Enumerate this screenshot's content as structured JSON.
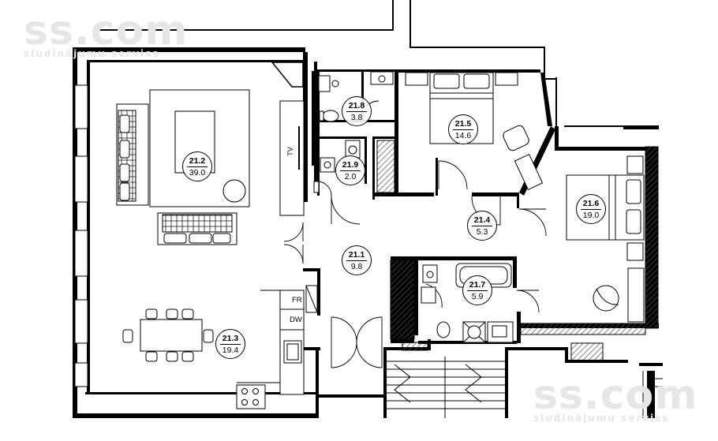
{
  "watermark": {
    "brand": "ss.com",
    "tagline": "sludinājumu serviss"
  },
  "rooms": [
    {
      "id": "21.1",
      "area": "9.8"
    },
    {
      "id": "21.2",
      "area": "39.0"
    },
    {
      "id": "21.3",
      "area": "19.4"
    },
    {
      "id": "21.4",
      "area": "5.3"
    },
    {
      "id": "21.5",
      "area": "14.6"
    },
    {
      "id": "21.6",
      "area": "19.0"
    },
    {
      "id": "21.7",
      "area": "5.9"
    },
    {
      "id": "21.8",
      "area": "3.8"
    },
    {
      "id": "21.9",
      "area": "2.0"
    }
  ],
  "appliances": {
    "fridge": "FR",
    "dishwasher": "DW"
  },
  "tv_label": "TV",
  "colors": {
    "wall": "#000000",
    "hatch": "#888888",
    "watermark": "#e6e6e6"
  }
}
